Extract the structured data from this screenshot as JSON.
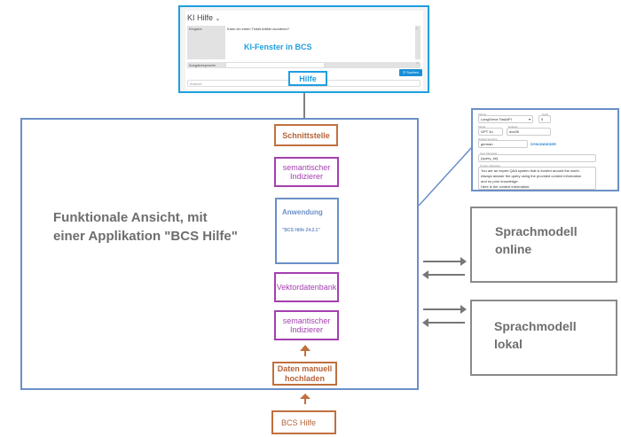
{
  "ki_window": {
    "title": "KI Hilfe",
    "chevron_icon": "chevron-down-icon",
    "input_label": "Eingabe",
    "input_value": "Kann ich einen Ticket Artikel zuordnen?",
    "output_language_label": "Ausgabesprache",
    "output_language_value": "",
    "search_button": "Suchen",
    "answer_label": "Antwort",
    "overlay_title": "KI-Fenster in BCS",
    "badge": "Hilfe"
  },
  "diagram": {
    "main_title_line1": "Funktionale Ansicht, mit",
    "main_title_line2": "einer Applikation \"BCS Hilfe\"",
    "stack": {
      "interface": "Schnittstelle",
      "indexer_top_line1": "semantischer",
      "indexer_top_line2": "Indizierer",
      "application_label": "Anwendung",
      "application_name": "\"BCS Hilfe 24.2.1\"",
      "vector_db": "Vektordatenbank",
      "indexer_bottom_line1": "semantischer",
      "indexer_bottom_line2": "Indizierer",
      "upload_line1": "Daten manuell",
      "upload_line2": "hochladen",
      "source": "BCS Hilfe"
    },
    "llm_online_line1": "Sprachmodell",
    "llm_online_line2": "online",
    "llm_local_line1": "Sprachmodell",
    "llm_local_line2": "lokal"
  },
  "settings_panel": {
    "modus_label": "Modus",
    "modus_value": "LangServe FastAPI",
    "topk_label": "TopK",
    "topk_value": "5",
    "model_label": "Model",
    "model_value": "GPT 4o",
    "dataset_label": "Dataset",
    "dataset_value": "doc05",
    "default_language_label": "Default Sprache",
    "default_language_value": "german",
    "sync_button": "SYNCINDEXER",
    "user_message_label": "User Message",
    "user_message_value": "{query_str}",
    "system_message_label": "System Message",
    "system_message_lines": [
      "You are an expert Q&A system that is trusted around the world.",
      "Always answer the query using the provided context information",
      "and no prior knowledge.",
      "Here is the context information:"
    ]
  }
}
